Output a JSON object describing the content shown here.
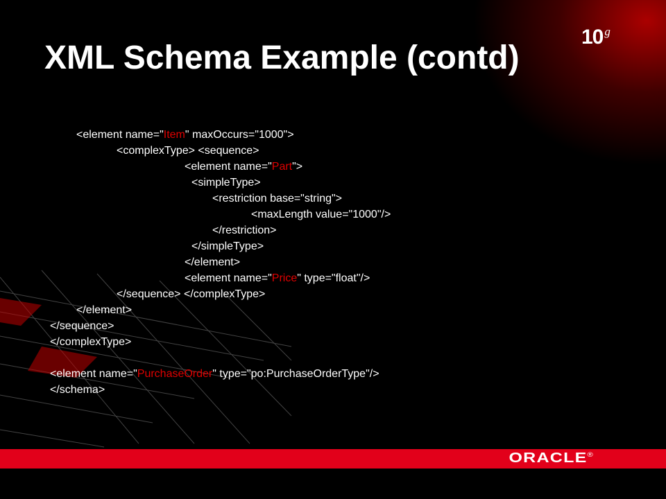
{
  "logo_10g": {
    "main": "10",
    "sup": "g"
  },
  "title": "XML Schema Example (contd)",
  "code_lines": [
    {
      "parts": [
        "<element name=\"",
        "Item",
        "\" maxOccurs=\"1000\">"
      ]
    },
    {
      "parts": [
        "<complexType> <sequence>"
      ]
    },
    {
      "parts": [
        "<element name=\"",
        "Part",
        "\">"
      ]
    },
    {
      "parts": [
        "<simpleType>"
      ]
    },
    {
      "parts": [
        "<restriction base=\"string\">"
      ]
    },
    {
      "parts": [
        "<maxLength value=\"1000\"/>"
      ]
    },
    {
      "parts": [
        "</restriction>"
      ]
    },
    {
      "parts": [
        "</simpleType>"
      ]
    },
    {
      "parts": [
        "</element>"
      ]
    },
    {
      "parts": [
        "<element name=\"",
        "Price",
        "\" type=\"float\"/>"
      ]
    },
    {
      "parts": [
        "</sequence> </complexType>"
      ]
    },
    {
      "parts": [
        "</element>"
      ]
    },
    {
      "parts": [
        "</sequence>"
      ]
    },
    {
      "parts": [
        "</complexType>"
      ]
    },
    {
      "parts": [
        "<element name=\"",
        "PurchaseOrder",
        "\" type=\"po:PurchaseOrderType\"/>"
      ]
    },
    {
      "parts": [
        "</schema>"
      ]
    }
  ],
  "footer": {
    "brand": "ORACLE",
    "registered": "®"
  },
  "colors": {
    "accent_red": "#e00000",
    "footer_red": "#e2001a",
    "background": "#000000"
  }
}
